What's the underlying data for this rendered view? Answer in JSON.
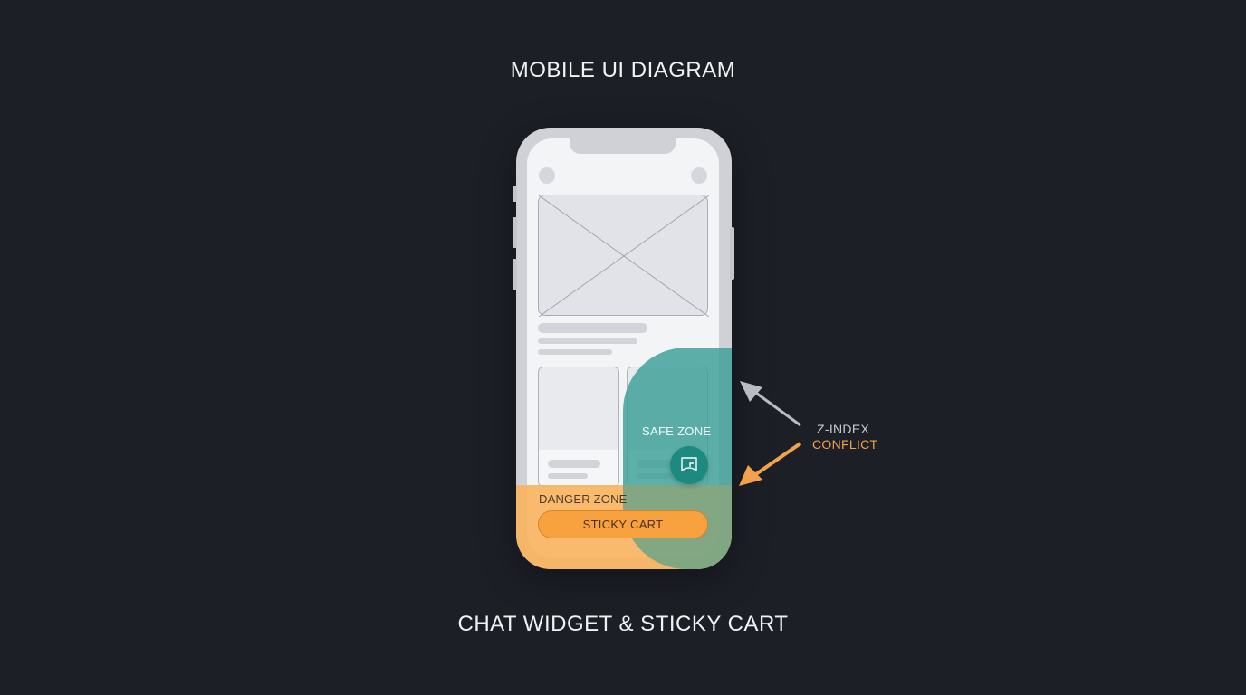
{
  "title": "MOBILE UI DIAGRAM",
  "subtitle": "CHAT WIDGET & STICKY CART",
  "phone": {
    "image_placeholder": "image-placeholder",
    "safe_zone_label": "SAFE ZONE",
    "danger_zone_label": "DANGER ZONE",
    "sticky_cart_label": "STICKY CART",
    "chat_widget_icon": "chat-bubble-icon"
  },
  "annotation": {
    "line1": "Z-INDEX",
    "line2": "CONFLICT"
  },
  "colors": {
    "background": "#1c1f26",
    "safe_zone": "#3aa096",
    "danger_zone": "#fab25a",
    "sticky_cart": "#f7a23e",
    "chat_button": "#1c8a80",
    "arrow_gray": "#b9bcc3",
    "arrow_orange": "#f2a24a"
  }
}
